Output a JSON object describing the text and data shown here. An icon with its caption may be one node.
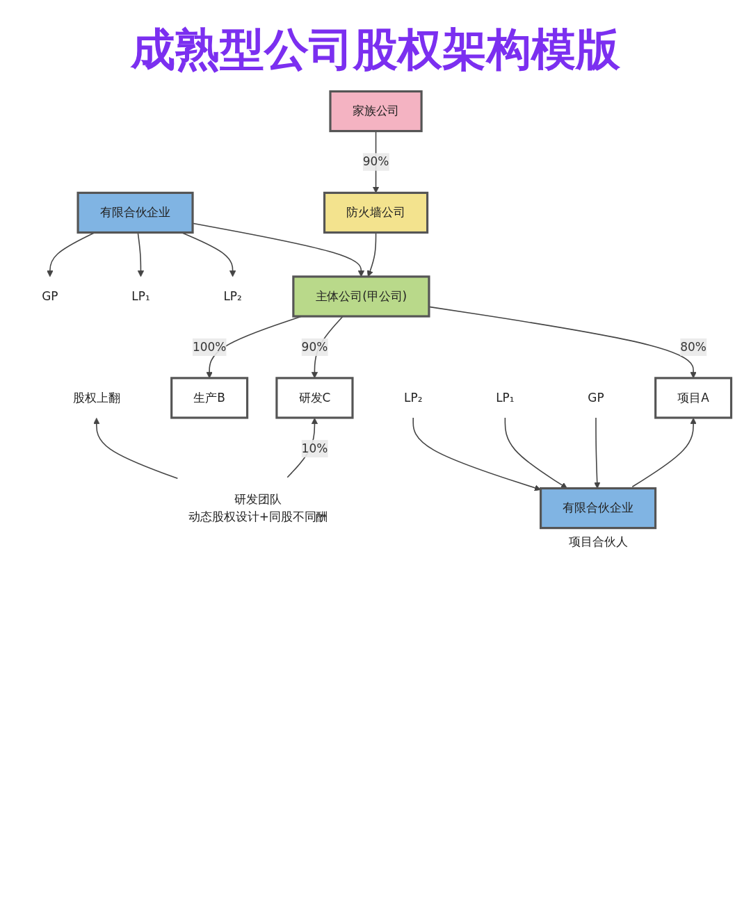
{
  "diagram": {
    "title": "成熟型公司股权架构模版",
    "nodes": [
      {
        "text": [
          "家族公司"
        ]
      },
      {
        "text": [
          "防火墙公司"
        ]
      },
      {
        "text": [
          "有限合伙企业"
        ]
      },
      {
        "text": [
          "GP"
        ]
      },
      {
        "text": [
          "LP₁"
        ]
      },
      {
        "text": [
          "LP₂"
        ]
      },
      {
        "text": [
          "主体公司(甲公司)"
        ]
      },
      {
        "text": [
          "项目A"
        ]
      },
      {
        "text": [
          "生产B"
        ]
      },
      {
        "text": [
          "研发C"
        ]
      },
      {
        "text": [
          "股权上翻"
        ]
      },
      {
        "text": [
          "GP"
        ]
      },
      {
        "text": [
          "LP₁"
        ]
      },
      {
        "text": [
          "LP₂"
        ]
      },
      {
        "text": [
          "有限合伙企业"
        ],
        "beside": [
          "项目合伙人"
        ]
      },
      {
        "text": [
          "研发团队",
          "动态股权设计+同股不同酬"
        ]
      }
    ],
    "edges": [
      {
        "from": 0,
        "to": 1,
        "arrow": "to",
        "label": "90%"
      },
      {
        "from": 1,
        "to": 6,
        "arrow": "to"
      },
      {
        "from": 2,
        "to": 6,
        "arrow": "to"
      },
      {
        "from": 2,
        "to": 3,
        "arrow": "to"
      },
      {
        "from": 2,
        "to": 4,
        "arrow": "to"
      },
      {
        "from": 2,
        "to": 5,
        "arrow": "to"
      },
      {
        "from": 6,
        "to": 7,
        "arrow": "to",
        "label": "80%"
      },
      {
        "from": 6,
        "to": 8,
        "arrow": "to",
        "label": "100%"
      },
      {
        "from": 6,
        "to": 9,
        "arrow": "to",
        "label": "90%"
      },
      {
        "from": 14,
        "to": 7,
        "arrow": "to"
      },
      {
        "from": 11,
        "to": 14,
        "arrow": "to"
      },
      {
        "from": 12,
        "to": 14,
        "arrow": "to"
      },
      {
        "from": 13,
        "to": 14,
        "arrow": "to"
      },
      {
        "from": 15,
        "to": 9,
        "arrow": "to",
        "label": "10%"
      },
      {
        "from": 15,
        "to": 10,
        "arrow": "to"
      }
    ]
  }
}
